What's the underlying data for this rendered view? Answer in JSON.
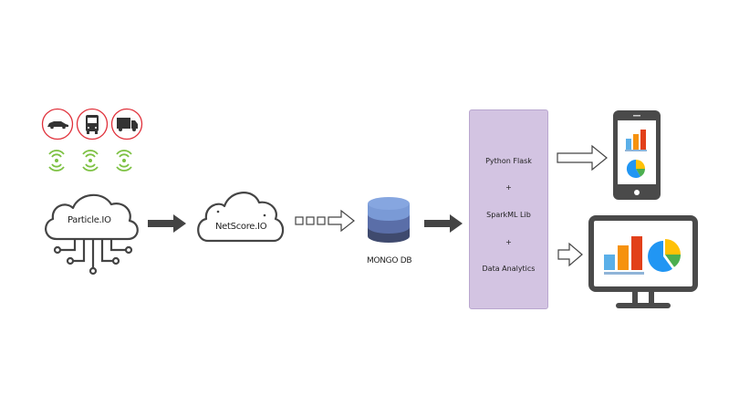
{
  "diagram": {
    "vehicles": [
      {
        "name": "car",
        "icon": "car-icon"
      },
      {
        "name": "bus",
        "icon": "bus-icon"
      },
      {
        "name": "truck",
        "icon": "truck-icon"
      }
    ],
    "signal_icon": "wireless-signal-icon",
    "nodes": {
      "particle": "Particle.IO",
      "netscore": "NetScore.IO",
      "mongo": "MONGO DB"
    },
    "backend": {
      "line1": "Python Flask",
      "plus1": "+",
      "line2": "SparkML Lib",
      "plus2": "+",
      "line3": "Data Analytics"
    },
    "outputs": [
      {
        "name": "mobile",
        "icon": "smartphone-icon"
      },
      {
        "name": "desktop",
        "icon": "monitor-icon"
      }
    ],
    "colors": {
      "vehicle_ring": "#e0303a",
      "signal": "#7dc142",
      "arrow": "#444444",
      "backend_fill": "#d3c4e2",
      "db_top": "#7a9ad6",
      "db_mid": "#5a6ea8",
      "db_bottom": "#3f4a6e",
      "bar1": "#5aafe8",
      "bar2": "#f6920e",
      "bar3": "#e2401a",
      "pie_blue": "#2196f3",
      "pie_yellow": "#ffc107",
      "pie_green": "#4caf50",
      "device": "#4a4a4a"
    }
  }
}
